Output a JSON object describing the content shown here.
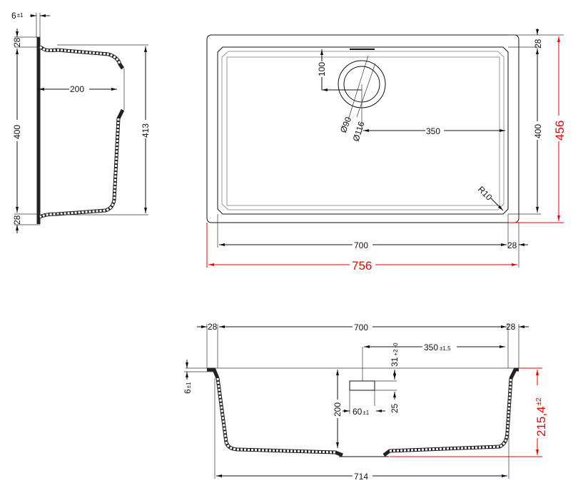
{
  "side_view": {
    "flange_thickness": "6",
    "flange_tol": "±1",
    "rim_top": "28",
    "inner_length": "400",
    "rim_bottom": "28",
    "depth": "200",
    "outer_length": "413"
  },
  "plan_view": {
    "drain_offset": "100",
    "drain_inner_dia": "Ø90",
    "drain_outer_dia": "Ø116",
    "drain_to_edge": "350",
    "corner_radius": "R10",
    "rim_right": "28",
    "inner_width": "400",
    "overall_width": "456",
    "inner_length": "700",
    "rim_bottom": "28",
    "overall_length": "756"
  },
  "front_view": {
    "rim_left": "28",
    "inner_length": "700",
    "rim_right": "28",
    "overflow_offset": "350",
    "overflow_offset_tol": "±1,5",
    "overflow_height": "31",
    "overflow_tol_plus": "+2",
    "overflow_tol_minus": "-0",
    "flange": "6",
    "flange_tol": "±1",
    "depth": "200",
    "slot_width": "60",
    "slot_width_tol": "±1",
    "slot_height": "25",
    "bottom_length": "714",
    "overall_depth": "215,4",
    "overall_depth_tol": "±2"
  },
  "colors": {
    "highlight": "#e00000",
    "line": "#111111"
  }
}
